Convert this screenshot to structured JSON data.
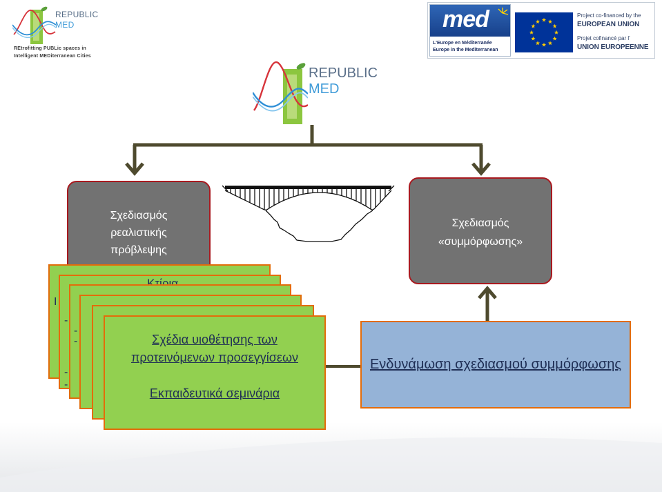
{
  "header": {
    "project_logo": {
      "name_line1": "REPUBLIC",
      "name_line2": "MED",
      "tagline_line1": "REtrofitting PUBLic spaces in",
      "tagline_line2": "Intelligent MEDiterranean Cities"
    },
    "med_programme_logo": {
      "wordmark": "med",
      "caption_fr": "L'Europe en Méditerranée",
      "caption_en": "Europe in the Mediterranean"
    },
    "eu_cofinancing": {
      "line1": "Project co-financed by the",
      "line2": "EUROPEAN UNION",
      "line3": "Projet cofinancé par l'",
      "line4": "UNION EUROPEENNE"
    }
  },
  "center_logo": {
    "name_line1": "REPUBLIC",
    "name_line2": "MED"
  },
  "diagram": {
    "realistic_forecast_box": {
      "line1": "Σχεδιασμός",
      "line2": "ρεαλιστικής",
      "line3": "πρόβλεψης"
    },
    "compliance_design_box": {
      "line1": "Σχεδιασμός",
      "line2": "«συμμόρφωσης»"
    },
    "compliance_strengthening_box": {
      "label": "Ενδυνάμωση σχεδιασμού συμμόρφωσης"
    },
    "stacked_cards": {
      "back_heading": "Κτίρια",
      "back_fragment": "Ι",
      "back_bullet": "-",
      "front_line1": "Σχέδια υιοθέτησης των",
      "front_line2": "προτεινόμενων προσεγγίσεων",
      "front_line3": "Εκπαιδευτικά σεμινάρια"
    }
  },
  "icons": {
    "project_logo": "republic-med-logo-icon",
    "bridge": "bridge-icon",
    "eu_flag": "eu-flag-icon"
  },
  "colors": {
    "card_green": "#92d050",
    "card_border": "#e36c0a",
    "box_gray": "#727272",
    "box_border": "#a8191f",
    "blue_box": "#95b3d7",
    "connector": "#4e4a2e",
    "text_navy": "#1f2f55",
    "logo_green": "#8cc63f",
    "logo_red": "#d7343b",
    "logo_blue": "#2f8fd6",
    "eu_blue": "#003399",
    "eu_star": "#ffcc00"
  }
}
